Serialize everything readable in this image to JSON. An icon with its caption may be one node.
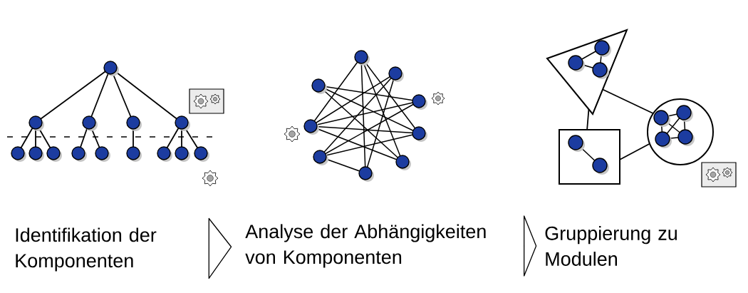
{
  "diagram": {
    "nodes": [
      {
        "text": [
          "Identifikation der Komponenten"
        ]
      },
      {
        "text": [
          "Analyse der Abhängigkeiten von Komponenten"
        ]
      },
      {
        "text": [
          "Gruppierung zu Modulen"
        ]
      }
    ],
    "edges": [
      {
        "from": 0,
        "to": 1,
        "arrow": "to"
      },
      {
        "from": 1,
        "to": 2,
        "arrow": "to"
      }
    ]
  }
}
